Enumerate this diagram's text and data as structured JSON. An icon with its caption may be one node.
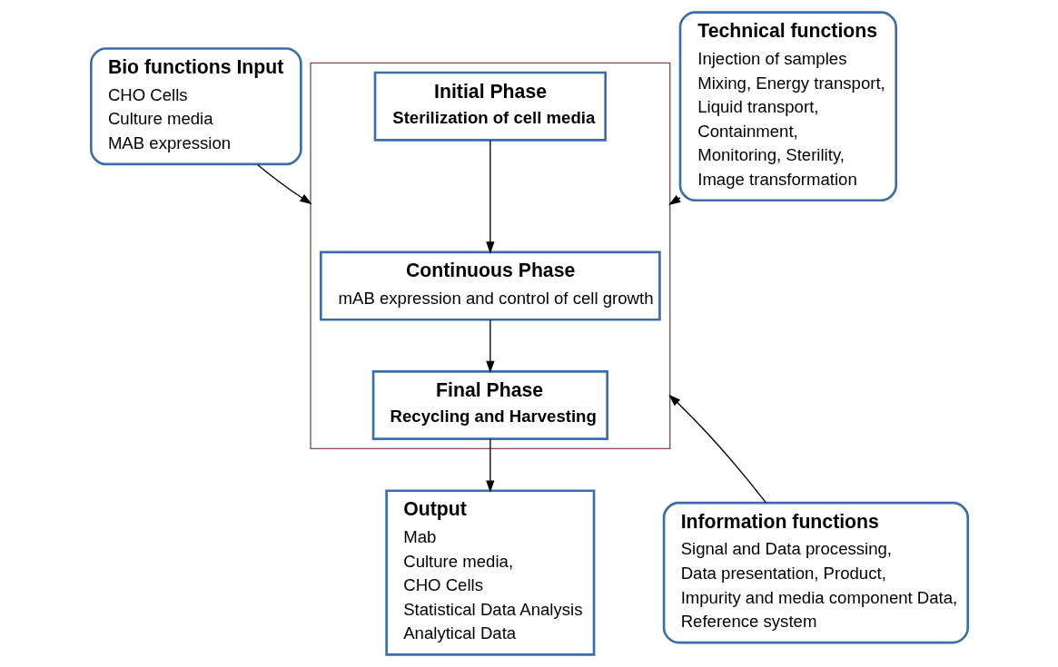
{
  "diagram": {
    "nodes": [
      {
        "text": [
          "Bio functions Input",
          "CHO Cells",
          "Culture media",
          "MAB expression"
        ]
      },
      {
        "text": [
          "Technical functions",
          "Injection of samples",
          "Mixing, Energy transport,",
          "Liquid transport,",
          "Containment,",
          "Monitoring, Sterility,",
          "Image transformation"
        ]
      },
      {
        "text": [],
        "shape": "box"
      },
      {
        "text": [
          "Initial Phase",
          "Sterilization of cell media"
        ],
        "in": 2
      },
      {
        "text": [
          "Continuous Phase",
          "mAB expression and control of cell growth"
        ],
        "in": 2
      },
      {
        "text": [
          "Final Phase",
          "Recycling and Harvesting"
        ],
        "in": 2
      },
      {
        "text": [
          "Output",
          "Mab",
          "Culture media,",
          "CHO Cells",
          "Statistical Data Analysis",
          "Analytical Data"
        ]
      },
      {
        "text": [
          "Information functions",
          "Signal and Data processing,",
          "Data presentation, Product,",
          "Impurity and media component Data,",
          "Reference system"
        ]
      }
    ],
    "edges": [
      {
        "from": 0,
        "to": 2,
        "arrow": "to"
      },
      {
        "from": 1,
        "to": 2,
        "arrow": "to"
      },
      {
        "from": 3,
        "to": 4,
        "arrow": "to"
      },
      {
        "from": 4,
        "to": 5,
        "arrow": "to"
      },
      {
        "from": 7,
        "to": 2,
        "arrow": "to"
      },
      {
        "from": 5,
        "to": 6,
        "arrow": "to"
      }
    ]
  }
}
